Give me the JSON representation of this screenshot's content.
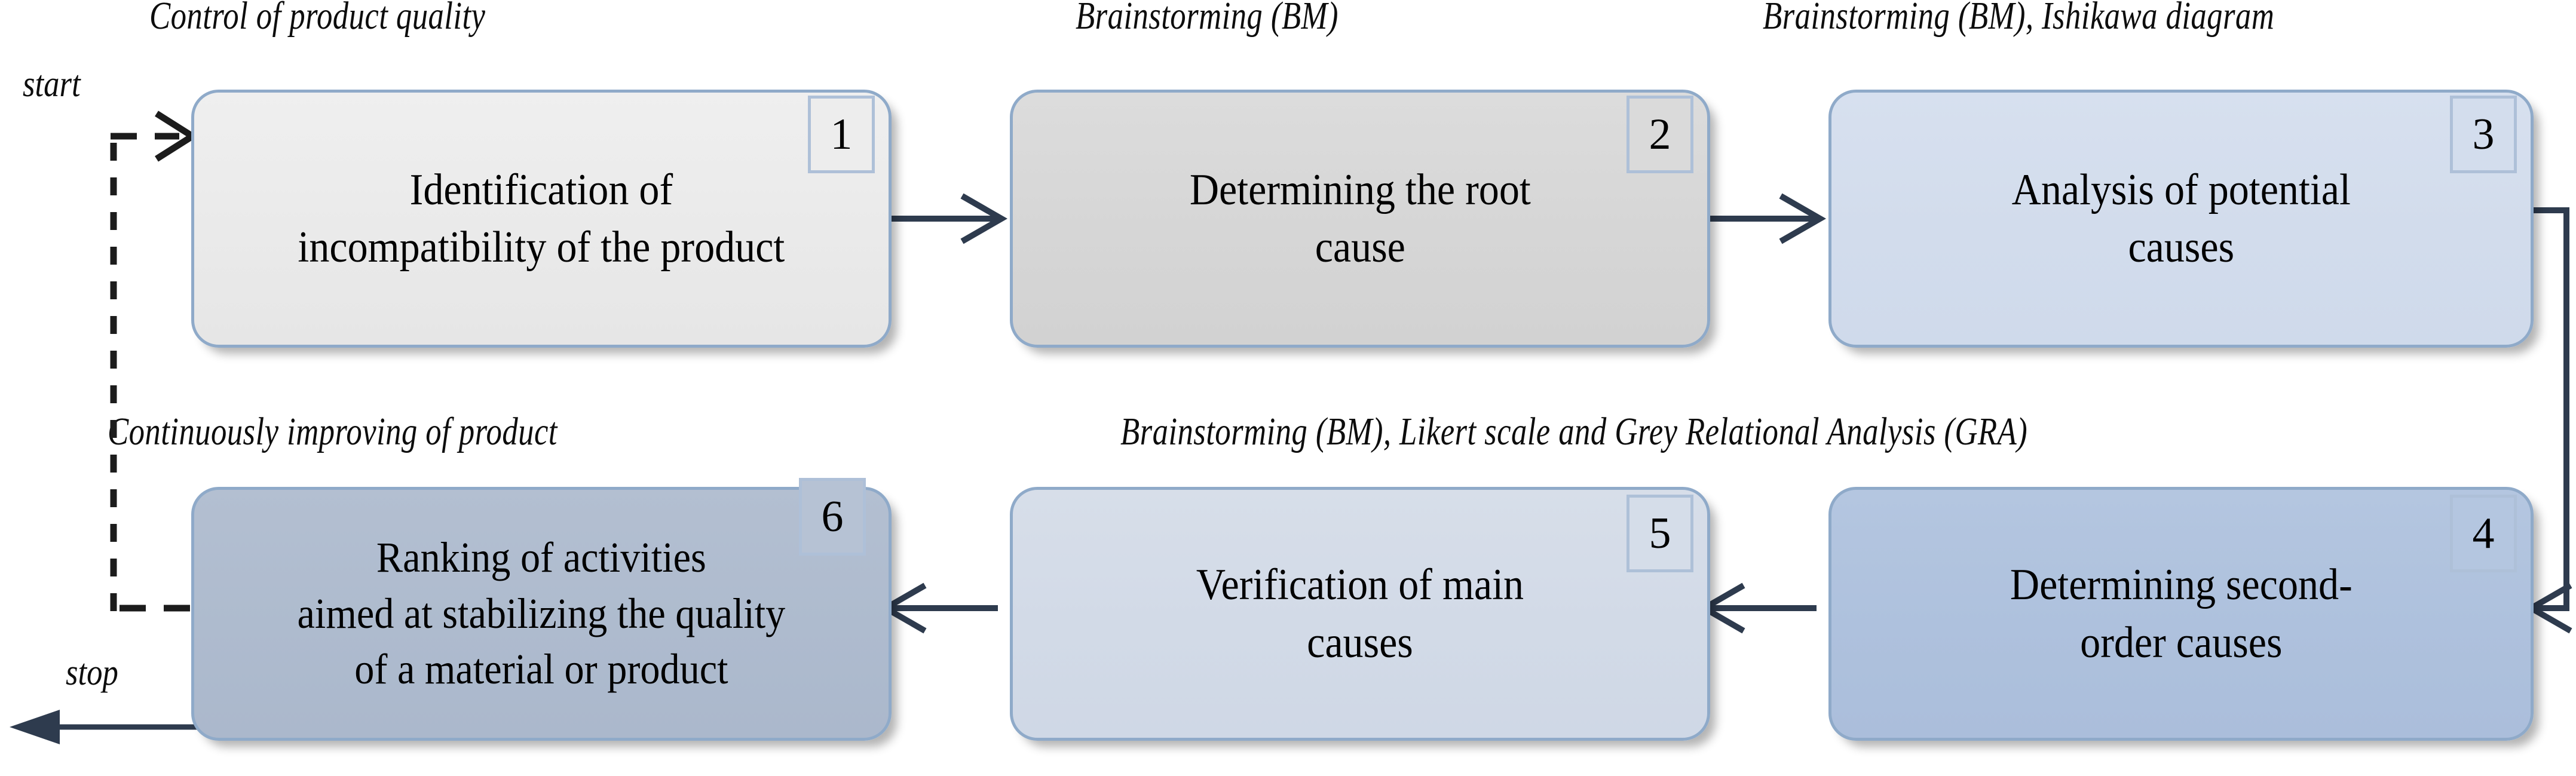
{
  "diagram": {
    "title": "Quality improvement process flowchart",
    "terminals": {
      "start_label": "start",
      "stop_label": "stop"
    },
    "colors": {
      "box_border": "#8faac9",
      "connector": "#2e3b4e",
      "badge_border": "#aec0d8",
      "text": "#000000",
      "fill_step1": "#eaeaea",
      "fill_step2": "#d6d6d6",
      "fill_step3": "#d2dcec",
      "fill_step4": "#aec1dd",
      "fill_step5": "#d2dae7",
      "fill_step6": "#aebbce"
    },
    "captions": [
      {
        "id": "cap-1",
        "text": "Control of product quality"
      },
      {
        "id": "cap-2",
        "text": "Brainstorming (BM)"
      },
      {
        "id": "cap-3",
        "text": "Brainstorming (BM), Ishikawa diagram"
      },
      {
        "id": "cap-6",
        "text": "Continuously improving of product"
      },
      {
        "id": "cap-45",
        "text": "Brainstorming (BM), Likert scale and Grey Relational Analysis (GRA)"
      }
    ],
    "steps": [
      {
        "number": "1",
        "text": "Identification of\nincompatibility of the product"
      },
      {
        "number": "2",
        "text": "Determining the root\ncause"
      },
      {
        "number": "3",
        "text": "Analysis of potential\ncauses"
      },
      {
        "number": "4",
        "text": "Determining second-\norder causes"
      },
      {
        "number": "5",
        "text": "Verification of main\ncauses"
      },
      {
        "number": "6",
        "text": "Ranking of activities\naimed at stabilizing the quality\nof a material or product"
      }
    ],
    "connectors": [
      {
        "id": "arrow-1-2",
        "from": "1",
        "to": "2",
        "style": "solid",
        "direction": "right"
      },
      {
        "id": "arrow-2-3",
        "from": "2",
        "to": "3",
        "style": "solid",
        "direction": "right"
      },
      {
        "id": "arrow-3-4",
        "from": "3",
        "to": "4",
        "style": "solid",
        "direction": "down-left"
      },
      {
        "id": "arrow-4-5",
        "from": "4",
        "to": "5",
        "style": "solid",
        "direction": "left"
      },
      {
        "id": "arrow-5-6",
        "from": "5",
        "to": "6",
        "style": "solid",
        "direction": "left"
      },
      {
        "id": "arrow-6-1",
        "from": "6",
        "to": "1",
        "style": "dashed",
        "direction": "up-right"
      },
      {
        "id": "arrow-stop",
        "from": "6",
        "to": "stop",
        "style": "solid",
        "direction": "left"
      }
    ]
  }
}
